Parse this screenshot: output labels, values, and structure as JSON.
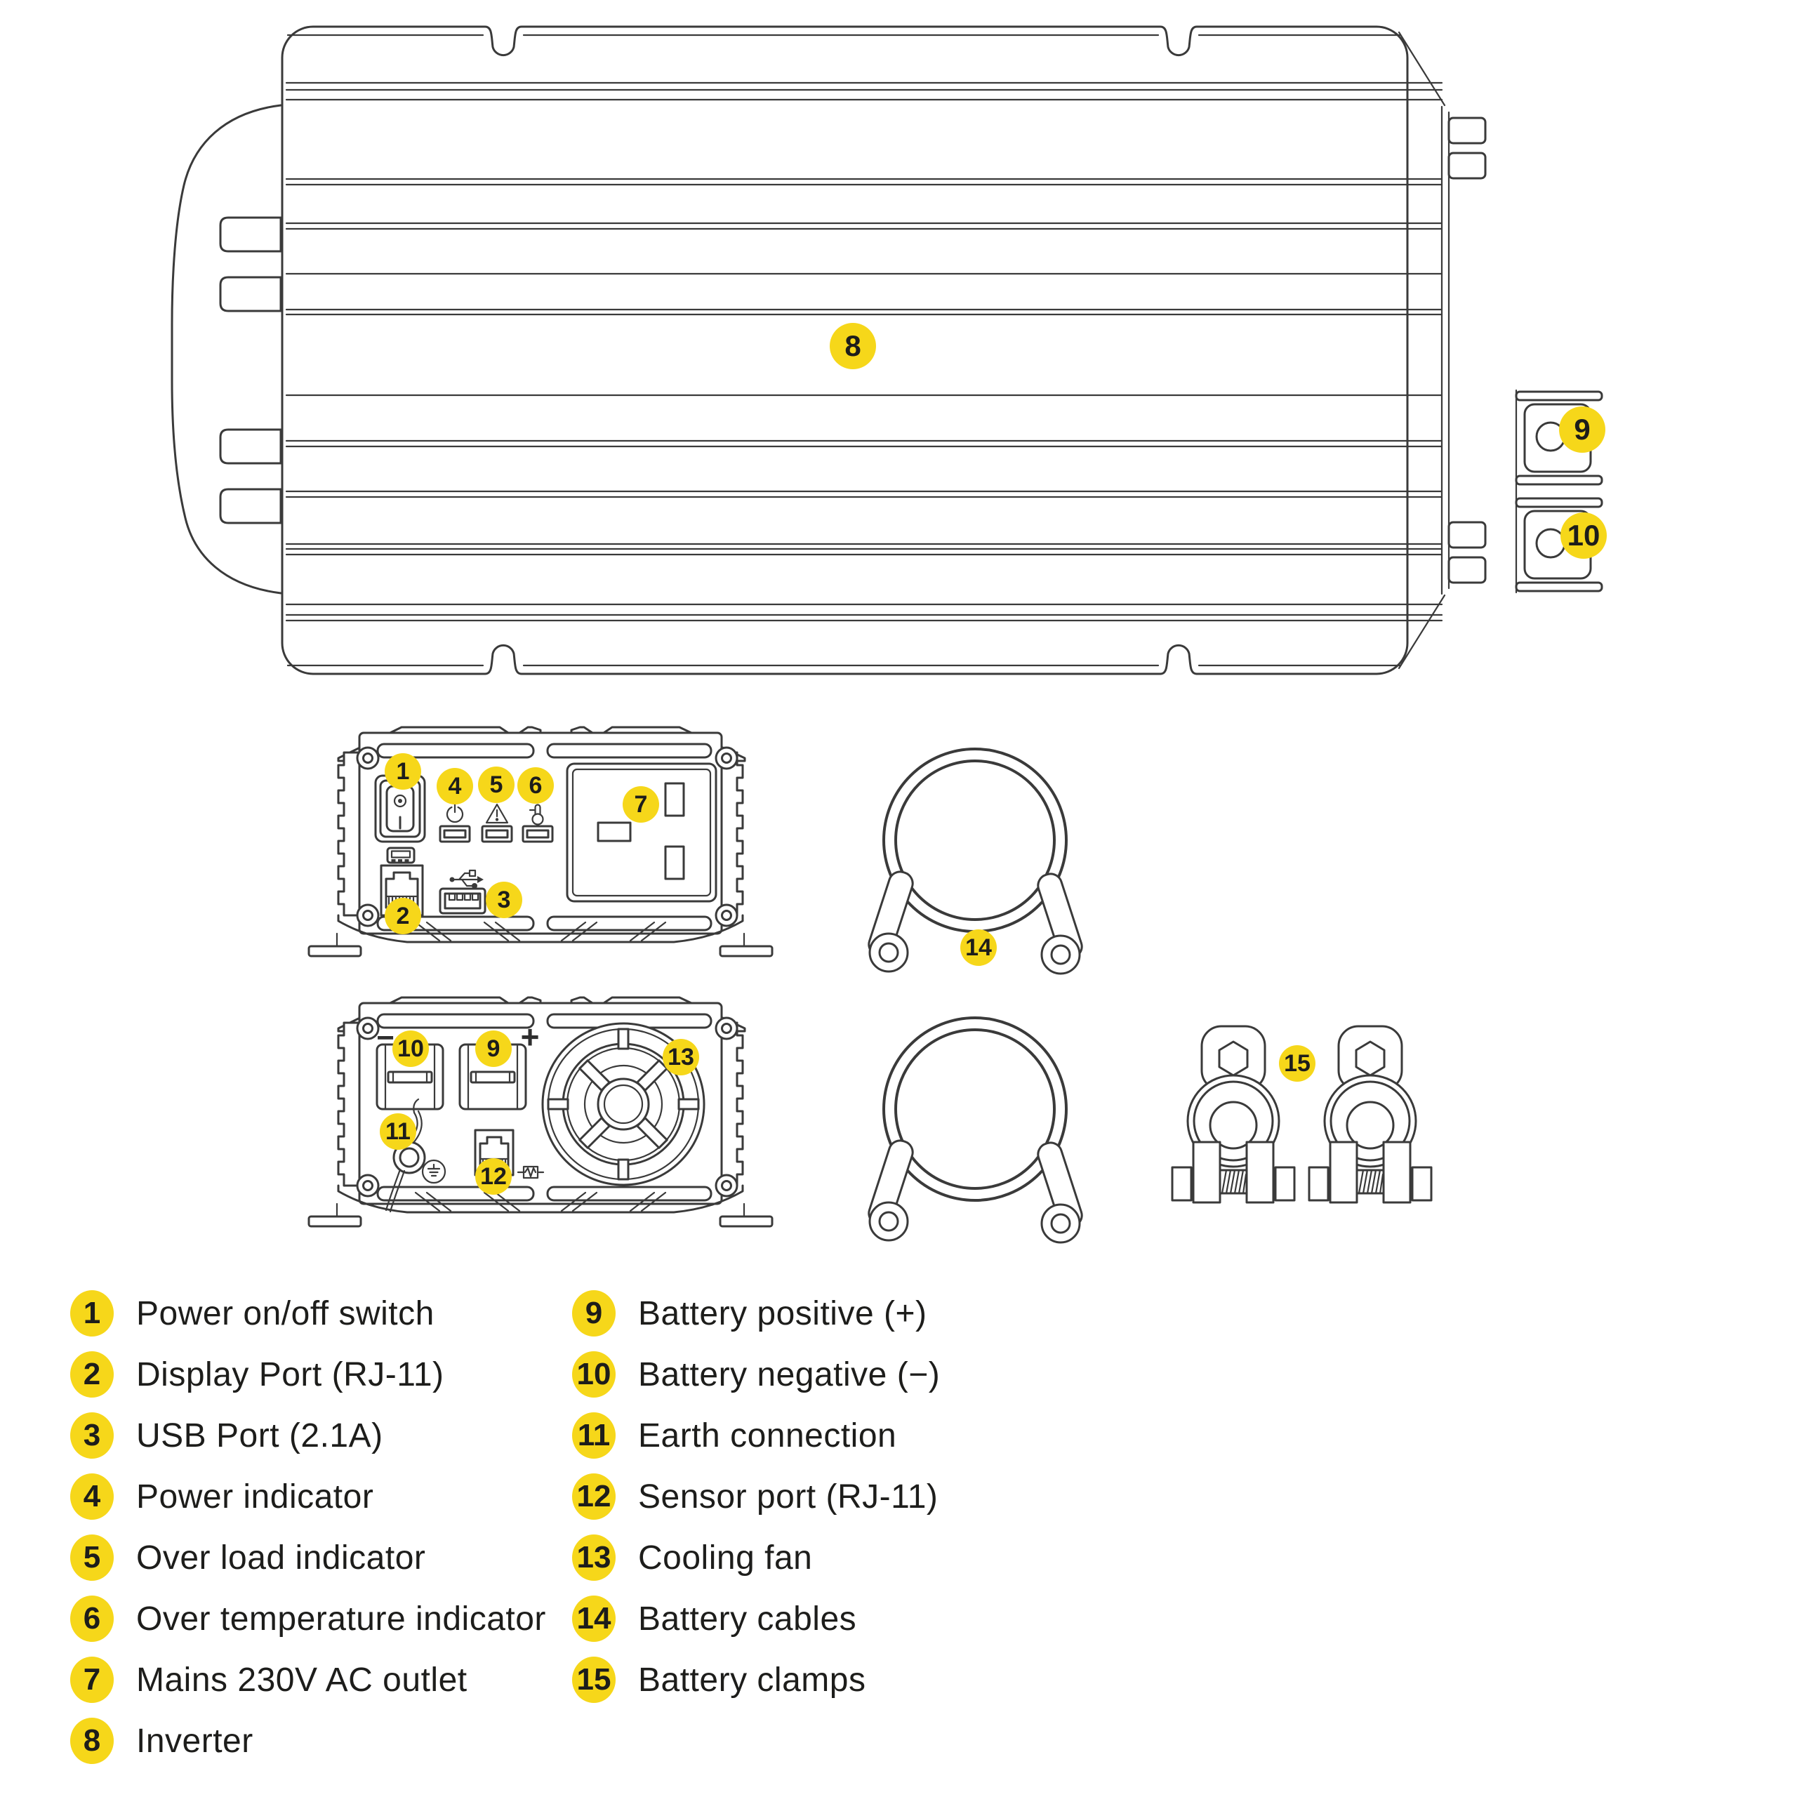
{
  "figure": {
    "kind": "product-parts-diagram",
    "subject": "Power inverter with battery cables and clamps"
  },
  "colors": {
    "background": "#FFFFFF",
    "badge_fill": "#F6D71A",
    "badge_text": "#1D1D1B",
    "line_art": "#3A3A3A",
    "label_text": "#1D1D1B"
  },
  "callouts": {
    "n1": "1",
    "n2": "2",
    "n3": "3",
    "n4": "4",
    "n5": "5",
    "n6": "6",
    "n7": "7",
    "n8": "8",
    "n9": "9",
    "n10": "10",
    "n11": "11",
    "n12": "12",
    "n13": "13",
    "n14": "14",
    "n15": "15"
  },
  "rear_panel": {
    "negative_symbol": "−",
    "positive_symbol": "+"
  },
  "legend": {
    "left": [
      {
        "num": "1",
        "label": "Power on/off switch"
      },
      {
        "num": "2",
        "label": "Display Port (RJ-11)"
      },
      {
        "num": "3",
        "label": "USB Port (2.1A)"
      },
      {
        "num": "4",
        "label": "Power indicator"
      },
      {
        "num": "5",
        "label": "Over load indicator"
      },
      {
        "num": "6",
        "label": "Over temperature indicator"
      },
      {
        "num": "7",
        "label": "Mains 230V AC outlet"
      },
      {
        "num": "8",
        "label": "Inverter"
      }
    ],
    "right": [
      {
        "num": "9",
        "label": "Battery positive (+)"
      },
      {
        "num": "10",
        "label": "Battery negative (−)"
      },
      {
        "num": "11",
        "label": "Earth connection"
      },
      {
        "num": "12",
        "label": "Sensor port (RJ-11)"
      },
      {
        "num": "13",
        "label": "Cooling fan"
      },
      {
        "num": "14",
        "label": "Battery cables"
      },
      {
        "num": "15",
        "label": "Battery clamps"
      }
    ]
  }
}
